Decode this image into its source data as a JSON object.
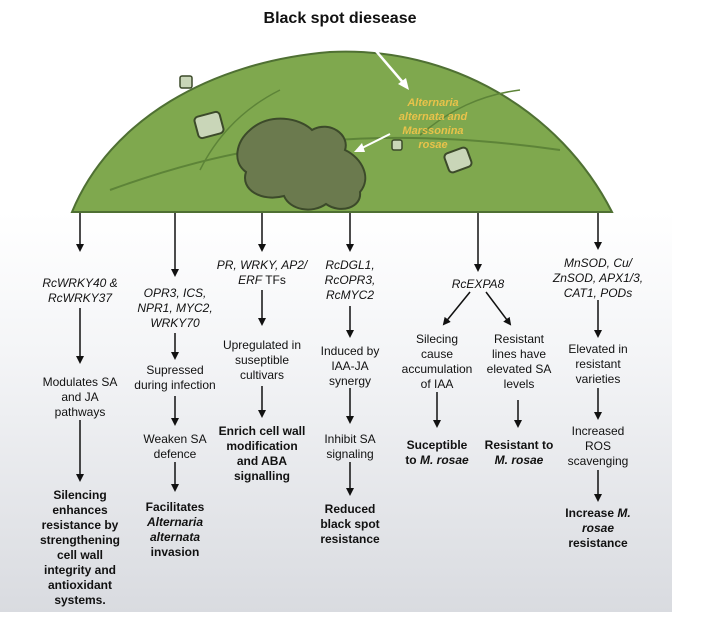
{
  "title": "Black spot diesease",
  "pathogen": [
    "Alternaria",
    "alternata and",
    "Marssonina",
    "rosae"
  ],
  "colors": {
    "leaf": "#7fa84e",
    "leaf_dark": "#4f7033",
    "spot": "#6b7a4e",
    "pathogen_text": "#e8c24a",
    "arrow": "#111111"
  },
  "columns": [
    {
      "gene": [
        "RcWRKY40 &",
        "RcWRKY37"
      ],
      "effect": [
        "Modulates SA",
        "and JA",
        "pathways"
      ],
      "outcome": [
        "Silencing",
        "enhances",
        "resistance by",
        "strengthening",
        "cell wall",
        "integrity and",
        "antioxidant",
        "systems."
      ]
    },
    {
      "gene": [
        "OPR3, ICS,",
        "NPR1, MYC2,",
        "WRKY70"
      ],
      "effect": [
        "Supressed",
        "during infection"
      ],
      "effect2": [
        "Weaken SA",
        "defence"
      ],
      "outcome_prefix": "Facilitates",
      "outcome_italic": [
        "Alternaria",
        "alternata"
      ],
      "outcome_suffix": "invasion"
    },
    {
      "gene_italic": "PR, WRKY, AP2/",
      "gene_line2_italic": "ERF",
      "gene_line2_rest": " TFs",
      "effect": [
        "Upregulated in",
        "suseptible",
        "cultivars"
      ],
      "outcome": [
        "Enrich cell wall",
        "modification",
        "and ABA",
        "signalling"
      ]
    },
    {
      "gene": [
        "RcDGL1,",
        "RcOPR3,",
        "RcMYC2"
      ],
      "effect": [
        "Induced by",
        "IAA-JA",
        "synergy"
      ],
      "effect2": [
        "Inhibit SA",
        "signaling"
      ],
      "outcome": [
        "Reduced",
        "black spot",
        "resistance"
      ]
    },
    {
      "gene": [
        "RcEXPA8"
      ],
      "left": {
        "effect": [
          "Silecing",
          "cause",
          "accumulation",
          "of IAA"
        ],
        "outcome_line1": "Suceptible",
        "outcome_prefix": "to ",
        "outcome_italic": "M. rosae"
      },
      "right": {
        "effect": [
          "Resistant",
          "lines have",
          "elevated SA",
          "levels"
        ],
        "outcome_line1": "Resistant to",
        "outcome_italic": "M. rosae"
      }
    },
    {
      "gene": [
        "MnSOD, Cu/",
        "ZnSOD, APX1/3,",
        "CAT1, PODs"
      ],
      "effect": [
        "Elevated in",
        "resistant",
        "varieties"
      ],
      "effect2": [
        "Increased",
        "ROS",
        "scavenging"
      ],
      "outcome_prefix": "Increase ",
      "outcome_italic": "M.",
      "outcome_line2_italic": "rosae",
      "outcome_line3": "resistance"
    }
  ]
}
